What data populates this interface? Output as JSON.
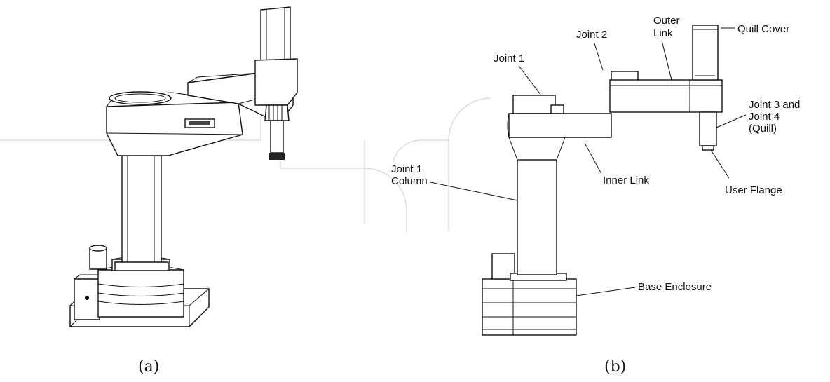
{
  "captions": {
    "a": "(a)",
    "b": "(b)"
  },
  "labels": {
    "quill_cover": "Quill Cover",
    "joint2": "Joint 2",
    "outer_link_line1": "Outer",
    "outer_link_line2": "Link",
    "joint1": "Joint 1",
    "joint34_line1": "Joint 3 and",
    "joint34_line2": "Joint 4",
    "joint34_line3": "(Quill)",
    "joint1_column_line1": "Joint 1",
    "joint1_column_line2": "Column",
    "inner_link": "Inner Link",
    "user_flange": "User Flange",
    "base_enclosure": "Base Enclosure"
  }
}
